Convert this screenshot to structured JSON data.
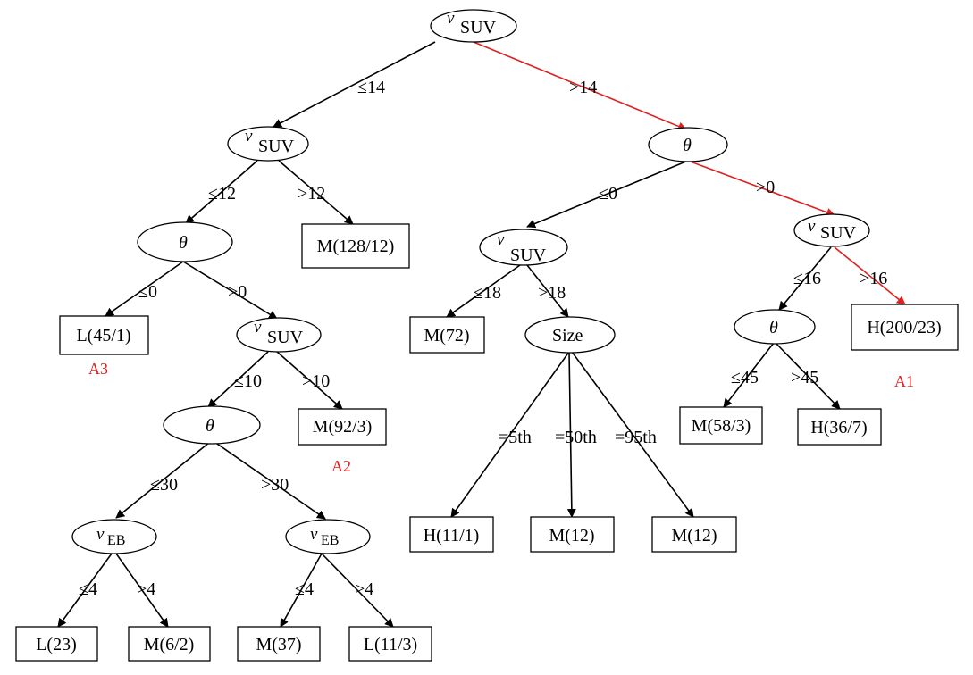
{
  "diagram": {
    "title": "",
    "highlight_color": "#e02020",
    "nodes": {
      "n_root": {
        "kind": "decision",
        "var": "v",
        "sub": "SUV"
      },
      "n_l1": {
        "kind": "decision",
        "var": "v",
        "sub": "SUV"
      },
      "n_r1": {
        "kind": "decision",
        "var": "θ",
        "sub": ""
      },
      "n_l2a": {
        "kind": "decision",
        "var": "θ",
        "sub": ""
      },
      "n_leafM128": {
        "kind": "leaf",
        "text": "M(128/12)"
      },
      "n_leafL45": {
        "kind": "leaf",
        "text": "L(45/1)"
      },
      "n_l3": {
        "kind": "decision",
        "var": "v",
        "sub": "SUV"
      },
      "n_l4": {
        "kind": "decision",
        "var": "θ",
        "sub": ""
      },
      "n_leafM92": {
        "kind": "leaf",
        "text": "M(92/3)"
      },
      "n_l5a": {
        "kind": "decision",
        "var": "v",
        "sub": "EB"
      },
      "n_l5b": {
        "kind": "decision",
        "var": "v",
        "sub": "EB"
      },
      "n_leafL23": {
        "kind": "leaf",
        "text": "L(23)"
      },
      "n_leafM62": {
        "kind": "leaf",
        "text": "M(6/2)"
      },
      "n_leafM37": {
        "kind": "leaf",
        "text": "M(37)"
      },
      "n_leafL113": {
        "kind": "leaf",
        "text": "L(11/3)"
      },
      "n_m2": {
        "kind": "decision",
        "var": "v",
        "sub": "SUV"
      },
      "n_leafM72": {
        "kind": "leaf",
        "text": "M(72)"
      },
      "n_size": {
        "kind": "decision",
        "var": "Size",
        "sub": ""
      },
      "n_leafH111": {
        "kind": "leaf",
        "text": "H(11/1)"
      },
      "n_leafM12a": {
        "kind": "leaf",
        "text": "M(12)"
      },
      "n_leafM12b": {
        "kind": "leaf",
        "text": "M(12)"
      },
      "n_r2": {
        "kind": "decision",
        "var": "v",
        "sub": "SUV"
      },
      "n_r3": {
        "kind": "decision",
        "var": "θ",
        "sub": ""
      },
      "n_leafH200": {
        "kind": "leaf",
        "text": "H(200/23)"
      },
      "n_leafM58": {
        "kind": "leaf",
        "text": "M(58/3)"
      },
      "n_leafH36": {
        "kind": "leaf",
        "text": "H(36/7)"
      }
    },
    "edge_labels": {
      "root_l": "≤14",
      "root_r": ">14",
      "l1_l": "≤12",
      "l1_r": ">12",
      "l2a_l": "≤0",
      "l2a_r": ">0",
      "l3_l": "≤10",
      "l3_r": ">10",
      "l4_l": "≤30",
      "l4_r": ">30",
      "l5a_l": "≤4",
      "l5a_r": ">4",
      "l5b_l": "≤4",
      "l5b_r": ">4",
      "r1_l": "≤0",
      "r1_r": ">0",
      "m2_l": "≤18",
      "m2_r": ">18",
      "size_a": "=5th",
      "size_b": "=50th",
      "size_c": "=95th",
      "r2_l": "≤16",
      "r2_r": ">16",
      "r3_l": "≤45",
      "r3_r": ">45"
    },
    "annotations": {
      "a1": "A1",
      "a2": "A2",
      "a3": "A3"
    }
  }
}
